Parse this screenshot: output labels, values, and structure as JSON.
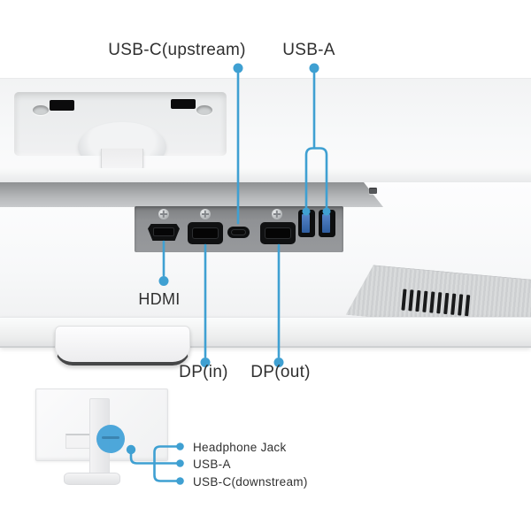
{
  "colors": {
    "accent_blue": "#3fa0d2",
    "label_text": "#303030",
    "port_panel_gray": "#8e9092",
    "usb_a_tongue_blue": "#3a6cb5"
  },
  "rear_ports": {
    "usb_c_upstream_label": "USB-C(upstream)",
    "usb_a_label": "USB-A",
    "hdmi_label": "HDMI",
    "dp_in_label": "DP(in)",
    "dp_out_label": "DP(out)",
    "port_icons": [
      "hdmi-port",
      "dp-in-port",
      "usb-c-port",
      "dp-out-port",
      "usb-a-port",
      "usb-a-port"
    ]
  },
  "side_ports": {
    "headphone_jack_label": "Headphone Jack",
    "usb_a_label": "USB-A",
    "usb_c_downstream_label": "USB-C(downstream)"
  }
}
